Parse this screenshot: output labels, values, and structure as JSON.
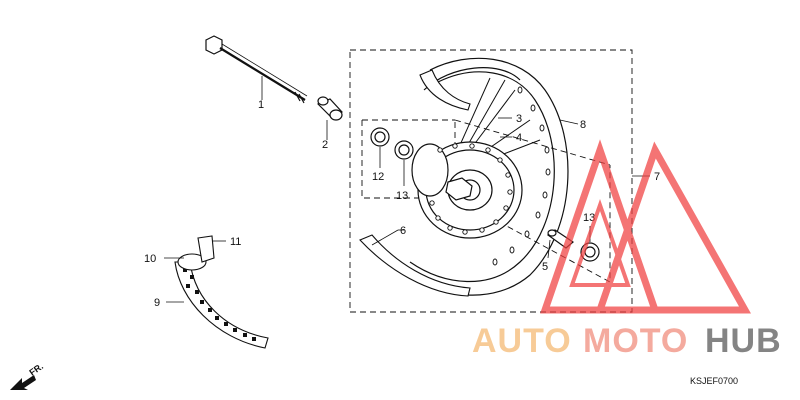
{
  "diagram": {
    "callouts": [
      "1",
      "2",
      "3",
      "4",
      "5",
      "6",
      "7",
      "8",
      "9",
      "10",
      "11",
      "12",
      "13",
      "13"
    ],
    "figure_code": "KSJEF0700",
    "direction_label": "FR."
  },
  "watermark": {
    "brand_part1": "AUTO",
    "brand_part2": "MOTO",
    "brand_part3": "HUB",
    "colors": {
      "auto": "#f5b870",
      "moto": "#f08a7a",
      "hub": "#555555",
      "triangle": "#f04040"
    }
  }
}
